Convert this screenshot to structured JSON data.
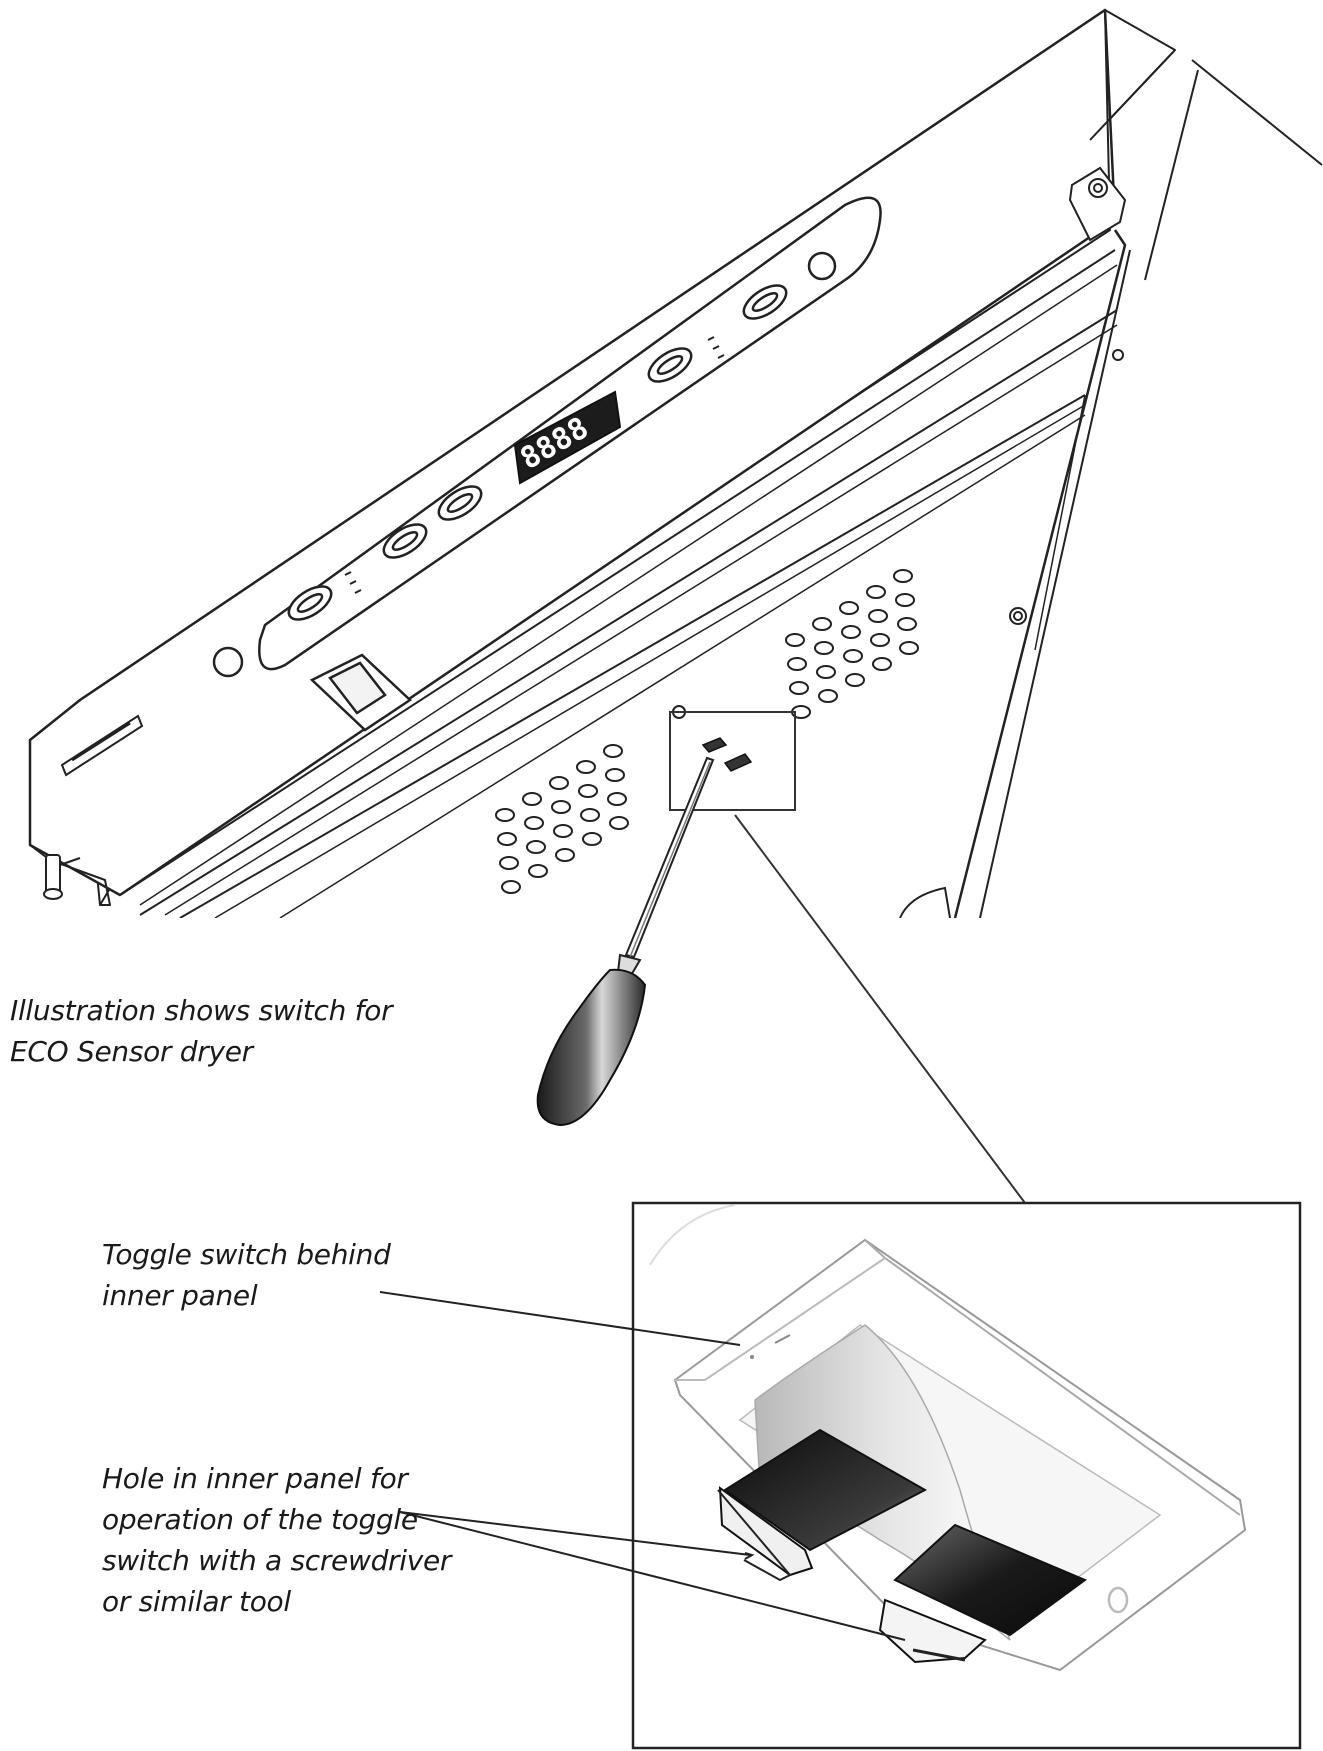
{
  "captions": {
    "eco_sensor": {
      "line1": "Illustration shows switch for",
      "line2": "ECO Sensor dryer"
    },
    "toggle_switch": {
      "line1": "Toggle switch behind",
      "line2": "inner panel"
    },
    "hole": {
      "line1": "Hole in inner panel for",
      "line2": "operation of the toggle",
      "line3": "switch with a screwdriver",
      "line4": "or similar tool"
    }
  },
  "device": {
    "display_text": "8888"
  }
}
